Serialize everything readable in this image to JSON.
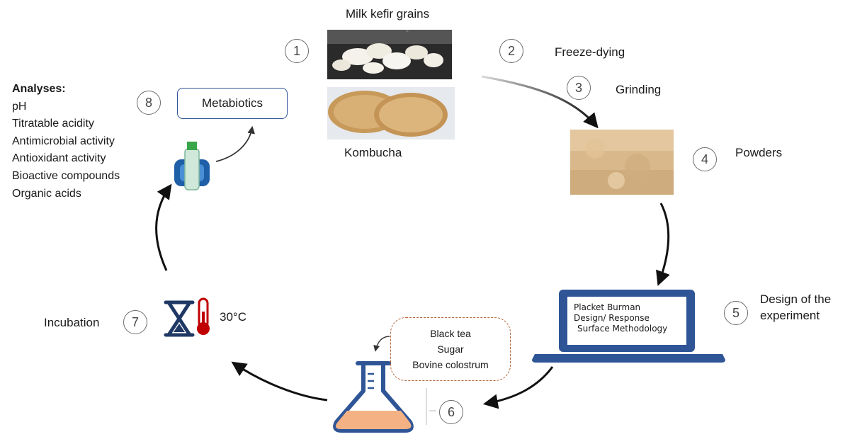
{
  "steps": [
    "1",
    "2",
    "3",
    "4",
    "5",
    "6",
    "7",
    "8"
  ],
  "labels": {
    "milk_kefir": "Milk kefir grains",
    "kombucha": "Kombucha",
    "freeze": "Freeze-dying",
    "grinding": "Grinding",
    "powders": "Powders",
    "design_l1": "Design of the",
    "design_l2": "experiment",
    "incubation": "Incubation",
    "temp": "30°C",
    "metabiotics": "Metabiotics"
  },
  "analyses": {
    "title": "Analyses:",
    "items": [
      "pH",
      "Titratable acidity",
      "Antimicrobial activity",
      "Antioxidant activity",
      "Bioactive compounds",
      "Organic acids"
    ]
  },
  "laptop_screen": [
    "Placket Burman",
    "Design/ Response",
    "Surface Methodology"
  ],
  "ingredients": [
    "Black tea",
    "Sugar",
    "Bovine colostrum"
  ],
  "colors": {
    "arrow": "#111111",
    "laptop": "#2f5597",
    "box_border": "#2f5597",
    "dashed": "#b3643a",
    "flask_liquid": "#f4b183",
    "thermo": "#c00000"
  }
}
